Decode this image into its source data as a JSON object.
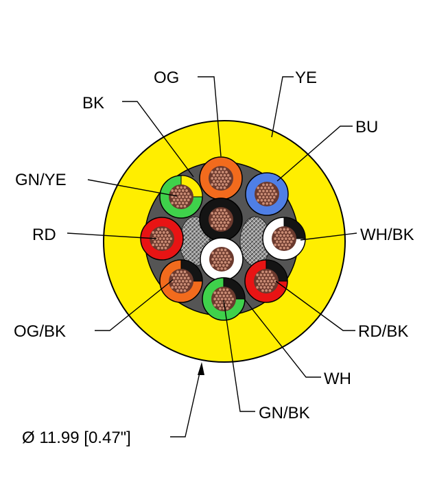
{
  "colors": {
    "jacket": "#ffee00",
    "orange": "#f26b1d",
    "blue": "#4f7fe6",
    "green": "#3fd14b",
    "red": "#e81414",
    "white": "#ffffff",
    "black": "#141414",
    "yellow": "#ffee00",
    "copper": "#c98c75"
  },
  "labels": {
    "og": "OG",
    "ye": "YE",
    "bk": "BK",
    "bu": "BU",
    "gn_ye": "GN/YE",
    "rd": "RD",
    "wh_bk": "WH/BK",
    "og_bk": "OG/BK",
    "rd_bk": "RD/BK",
    "wh": "WH",
    "gn_bk": "GN/BK",
    "diameter": "Ø 11.99 [0.47\"]"
  }
}
